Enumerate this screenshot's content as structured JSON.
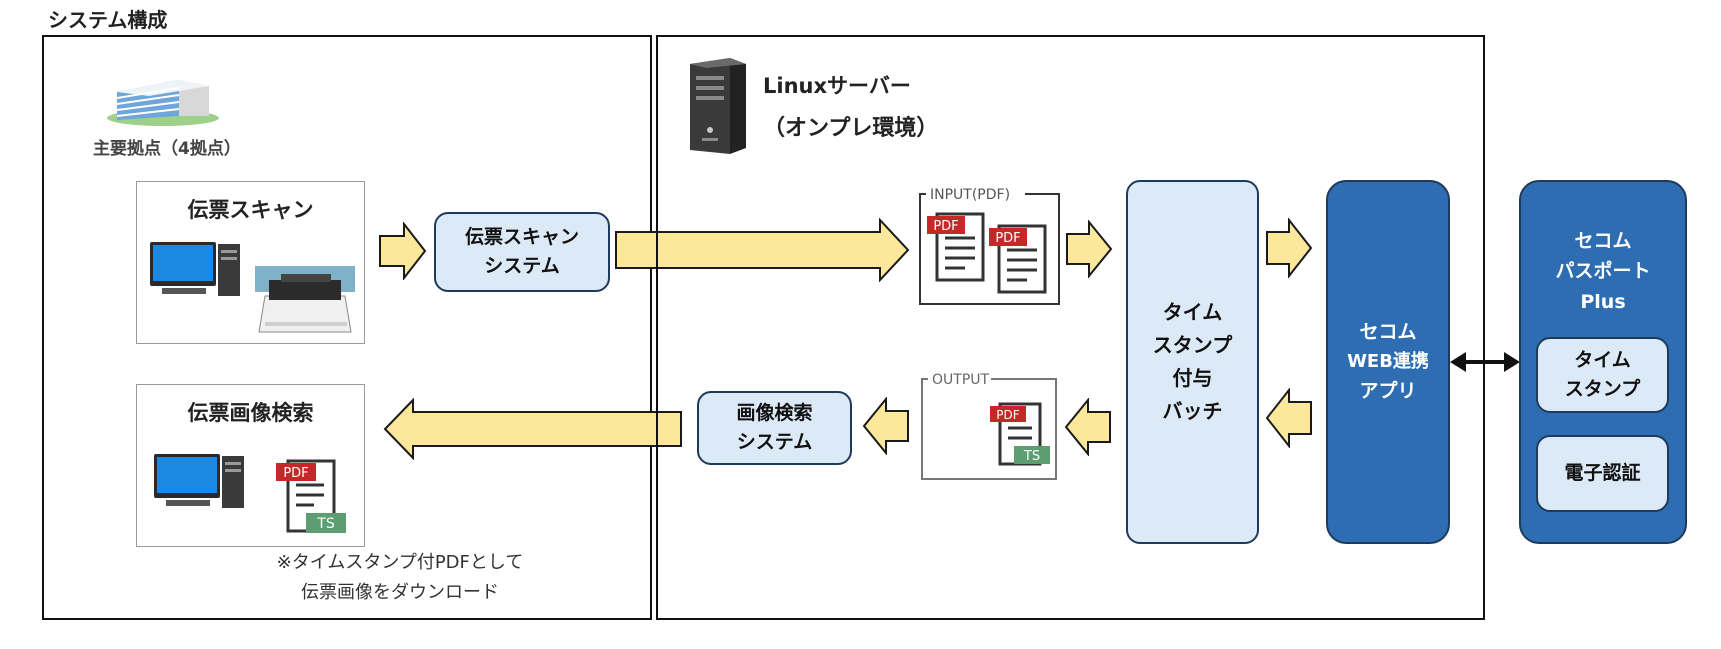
{
  "title": "システム構成",
  "left": {
    "site_label": "主要拠点（4拠点）",
    "scan_title": "伝票スキャン",
    "scan_system": [
      "伝票スキャン",
      "システム"
    ],
    "search_title": "伝票画像検索",
    "note": [
      "※タイムスタンプ付PDFとして",
      "伝票画像をダウンロード"
    ]
  },
  "server": {
    "title_line1": "Linuxサーバー",
    "title_line2": "（オンプレ環境）",
    "input_label": "INPUT(PDF)",
    "output_label": "OUTPUT",
    "search_system": [
      "画像検索",
      "システム"
    ],
    "batch": [
      "タイム",
      "スタンプ",
      "付与",
      "バッチ"
    ],
    "app": [
      "セコム",
      "WEB連携",
      "アプリ"
    ]
  },
  "passport": {
    "title": [
      "セコム",
      "パスポート",
      "Plus"
    ],
    "timestamp": [
      "タイム",
      "スタンプ"
    ],
    "cert": "電子認証"
  },
  "icons": {
    "pdf_badge": "PDF",
    "ts_badge": "TS"
  },
  "colors": {
    "arrow_fill": "#fde79a",
    "arrow_stroke": "#1a1a1a",
    "box_light": "#dce9f6",
    "box_dark": "#2e6db1",
    "pdf_red": "#c62828",
    "ts_green": "#5c9e72"
  }
}
